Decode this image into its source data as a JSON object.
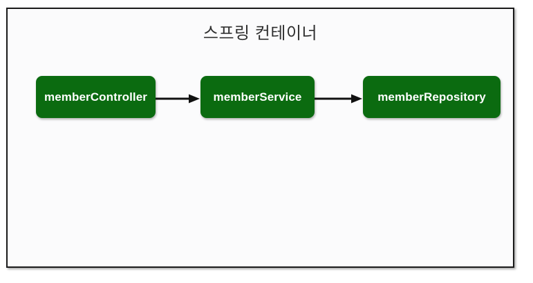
{
  "diagram": {
    "title": "스프링 컨테이너",
    "background_color": "#fbfbfc",
    "frame_color": "#1a1a1a",
    "bean_color": "#0b6b10",
    "bean_text_color": "#ffffff",
    "arrow_color": "#111111",
    "beans": [
      {
        "id": "memberController",
        "label": "memberController"
      },
      {
        "id": "memberService",
        "label": "memberService"
      },
      {
        "id": "memberRepository",
        "label": "memberRepository"
      }
    ],
    "arrows": [
      {
        "from": "memberController",
        "to": "memberService"
      },
      {
        "from": "memberService",
        "to": "memberRepository"
      }
    ]
  }
}
